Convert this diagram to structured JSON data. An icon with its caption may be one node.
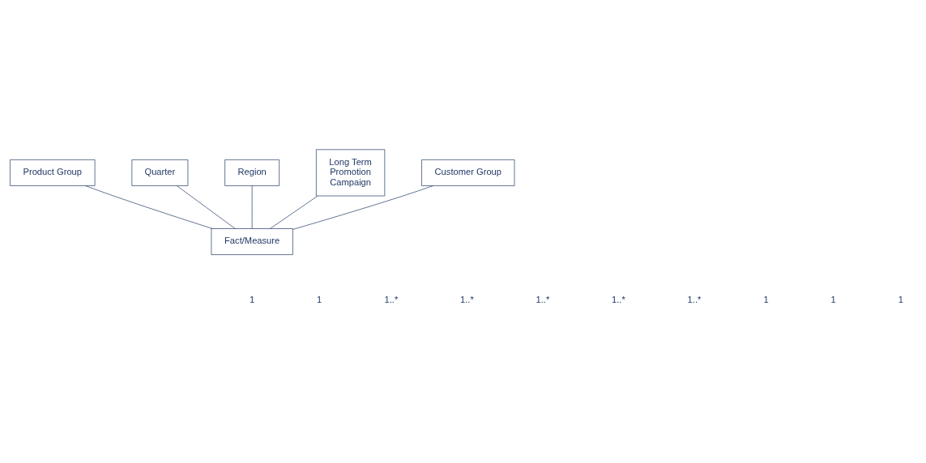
{
  "diagram": {
    "nodes": [
      {
        "text": [
          "Product Group"
        ]
      },
      {
        "text": [
          "Quarter"
        ]
      },
      {
        "text": [
          "Fact/Measure"
        ]
      },
      {
        "text": [
          "Region"
        ]
      },
      {
        "text": [
          "Long Term Promotion Campaign"
        ]
      },
      {
        "text": [
          "Customer Group"
        ]
      }
    ],
    "edges": [
      {
        "from": 0,
        "to": 2,
        "arrow": "none"
      },
      {
        "from": 1,
        "to": 2,
        "arrow": "none"
      },
      {
        "from": 3,
        "to": 2,
        "arrow": "none"
      },
      {
        "from": 4,
        "to": 2,
        "arrow": "none"
      },
      {
        "from": 5,
        "to": 2,
        "arrow": "none"
      }
    ],
    "labels": [
      "1",
      "1",
      "1..*",
      "1..*",
      "1..*",
      "1..*",
      "1..*",
      "1",
      "1",
      "1"
    ]
  }
}
